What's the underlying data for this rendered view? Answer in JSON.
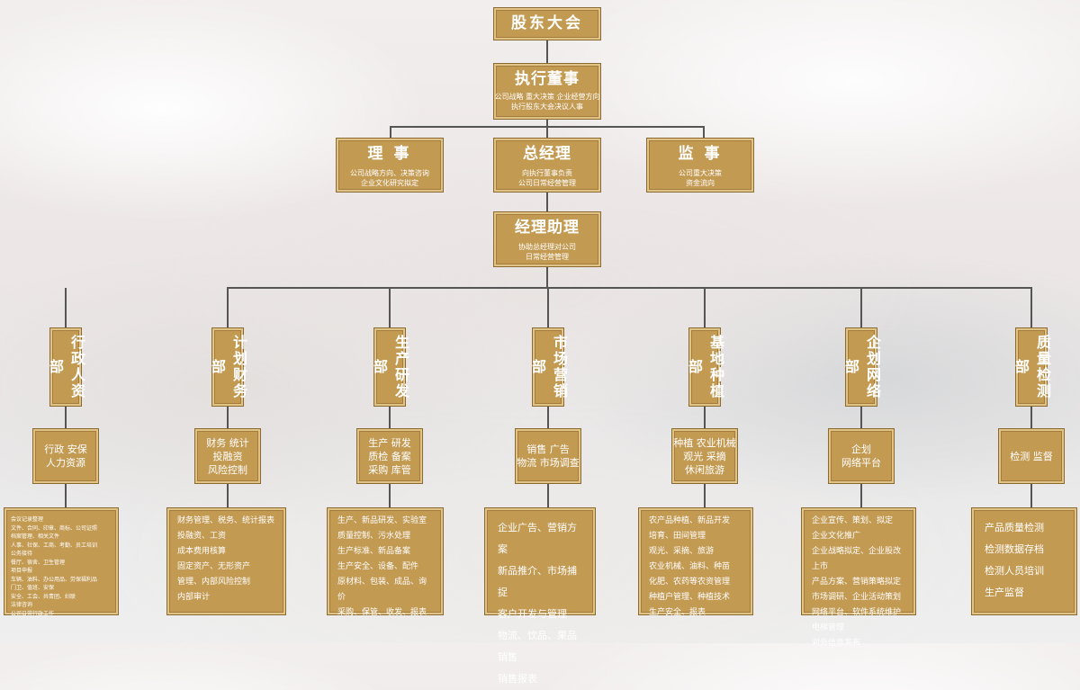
{
  "top": {
    "shareholders": "股东大会",
    "exec_director": {
      "title": "执行董事",
      "lines": [
        "公司战略 重大决策 企业经营方向",
        "执行股东大会决议人事"
      ]
    },
    "director": {
      "title": "理 事",
      "lines": [
        "公司战略方向、决策咨询",
        "企业文化研究拟定"
      ]
    },
    "gm": {
      "title": "总经理",
      "lines": [
        "向执行董事负责",
        "公司日常经营管理"
      ]
    },
    "supervisor": {
      "title": "监 事",
      "lines": [
        "公司重大决策",
        "资金流向"
      ]
    },
    "assistant": {
      "title": "经理助理",
      "lines": [
        "协助总经理对公司",
        "日常经营管理"
      ]
    }
  },
  "departments": [
    {
      "name": "行政人资部",
      "summary": [
        "行政 安保",
        "人力资源"
      ],
      "details": [
        "会议记录整理",
        "文件、合同、印章、商标、公司证照",
        "档案管理、相关文件",
        "人事、社保、工商、考勤、员工培训",
        "公务接待",
        "餐厅、宿舍、卫生管理",
        "项目申报",
        "车辆、油料、办公用品、劳保福利品",
        "门卫、值班、安保",
        "安全、工会、共青团、妇联",
        "法律咨询",
        "公司日常行政工作"
      ]
    },
    {
      "name": "计划财务部",
      "summary": [
        "财务 统计",
        "投融资",
        "风险控制"
      ],
      "details": [
        "财务管理、税务、统计报表",
        "投融资、工资",
        "成本费用核算",
        "固定资产、无形资产",
        "管理、内部风险控制",
        "内部审计"
      ]
    },
    {
      "name": "生产研发部",
      "summary": [
        "生产 研发",
        "质检 备案",
        "采购 库管"
      ],
      "details": [
        "生产、新品研发、实验室",
        "质量控制、污水处理",
        "生产标准、新品备案",
        "生产安全、设备、配件",
        "原材料、包装、成品、询价",
        "采购、保管、收发、报表"
      ]
    },
    {
      "name": "市场营销部",
      "summary": [
        "销售 广告",
        "物流 市场调查"
      ],
      "details": [
        "企业广告、营销方案",
        "新品推介、市场捕捉",
        "客户开发与管理",
        "物流、饮品、果品销售",
        "销售报表"
      ]
    },
    {
      "name": "基地种植部",
      "summary": [
        "种植 农业机械",
        "观光 采摘",
        "休闲旅游"
      ],
      "details": [
        "农产品种植、新品开发",
        "培育、田间管理",
        "观光、采摘、旅游",
        "农业机械、油料、种苗",
        "化肥、农药等农资管理",
        "种植户管理、种植技术",
        "生产安全、报表"
      ]
    },
    {
      "name": "企划网络部",
      "summary": [
        "企划",
        "网络平台"
      ],
      "details": [
        "企业宣传、策划、拟定",
        "企业文化推广",
        "企业战略拟定、企业股改上市",
        "产品方案、营销策略拟定",
        "市场调研、企业活动策划",
        "网络平台、软件系统维护",
        "电梯管理",
        "对外信息发布"
      ]
    },
    {
      "name": "质量检测部",
      "summary": [
        "检测 监督"
      ],
      "details": [
        "产品质量检测",
        "检测数据存档",
        "检测人员培训",
        "生产监督"
      ]
    }
  ],
  "colors": {
    "box_fill": "#c39a52",
    "box_border": "#8b6a31",
    "connector": "#555555"
  }
}
